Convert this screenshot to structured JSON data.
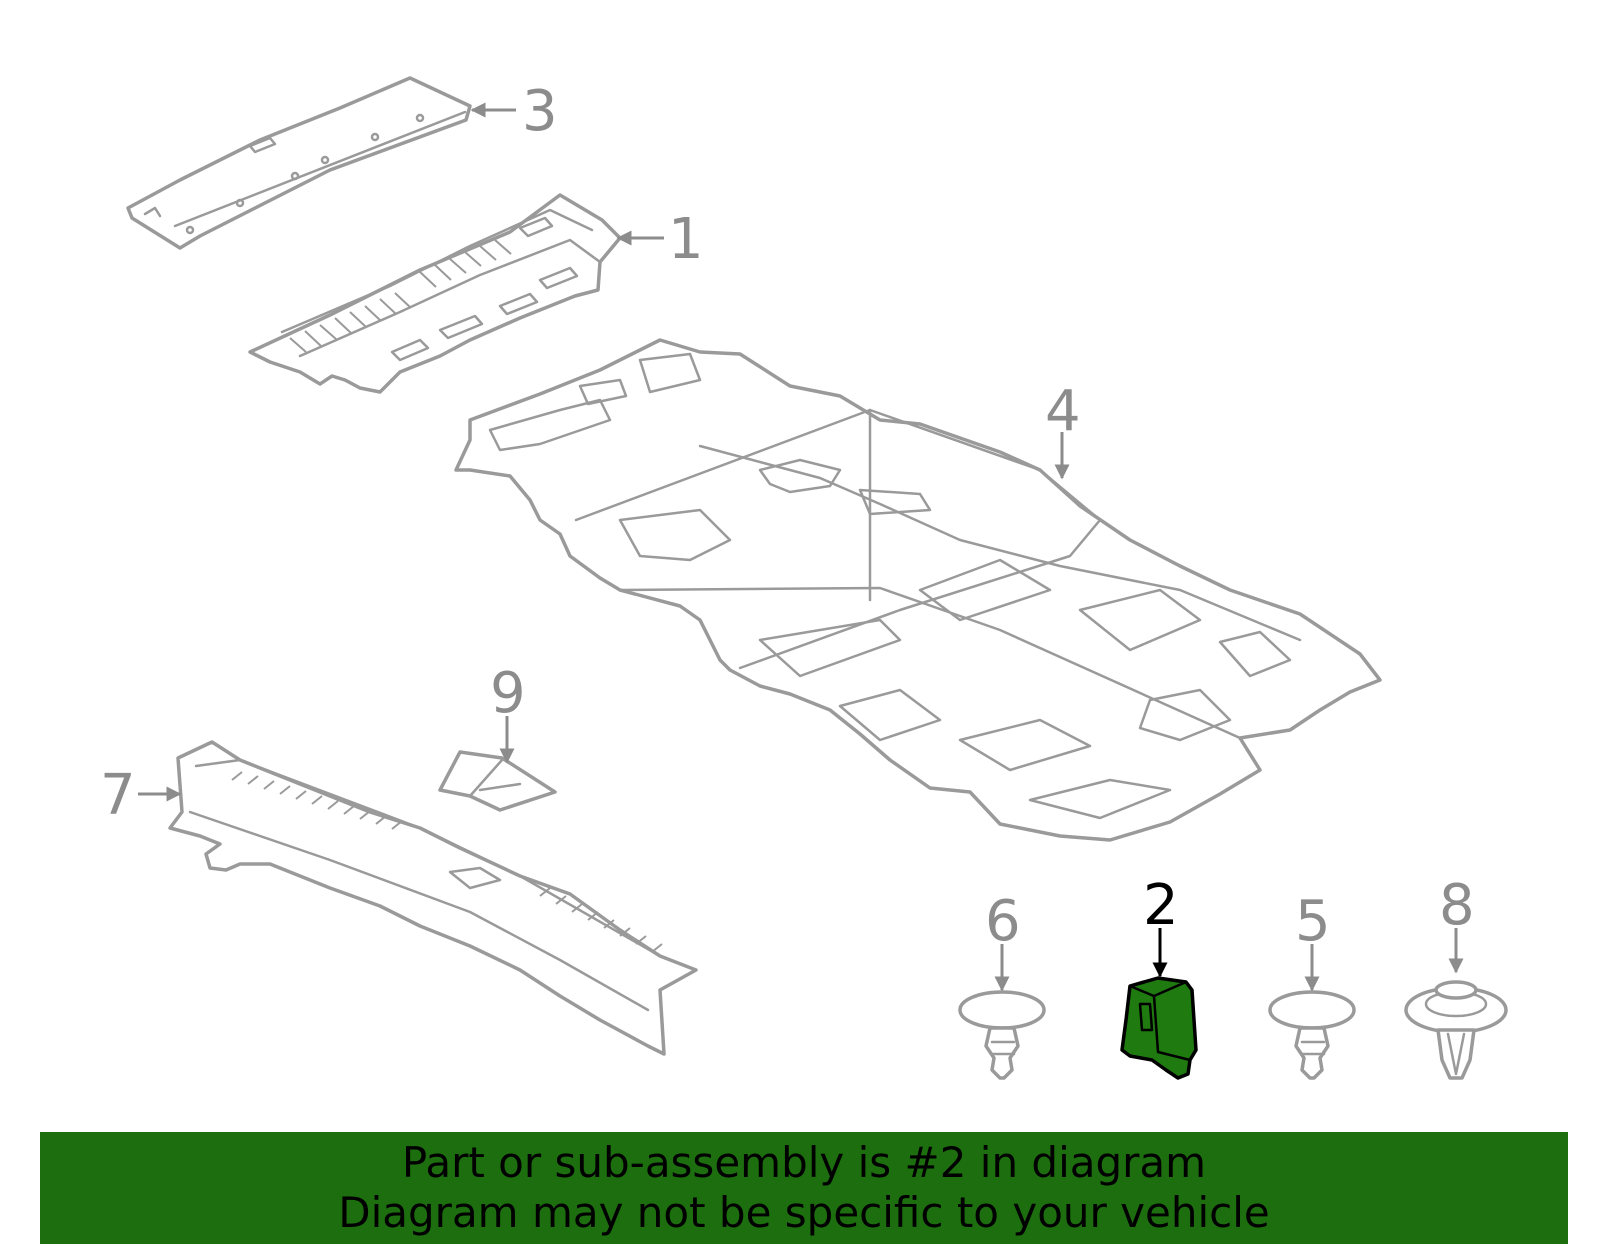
{
  "diagram": {
    "highlight_color": "#1c6e0e",
    "highlighted_part": "2",
    "callouts": [
      {
        "id": "c1",
        "label": "1"
      },
      {
        "id": "c2",
        "label": "2"
      },
      {
        "id": "c3",
        "label": "3"
      },
      {
        "id": "c4",
        "label": "4"
      },
      {
        "id": "c5",
        "label": "5"
      },
      {
        "id": "c6",
        "label": "6"
      },
      {
        "id": "c7",
        "label": "7"
      },
      {
        "id": "c8",
        "label": "8"
      },
      {
        "id": "c9",
        "label": "9"
      }
    ]
  },
  "banner": {
    "line1": "Part or sub-assembly is #2 in diagram",
    "line2": "Diagram may not be specific to your vehicle"
  }
}
